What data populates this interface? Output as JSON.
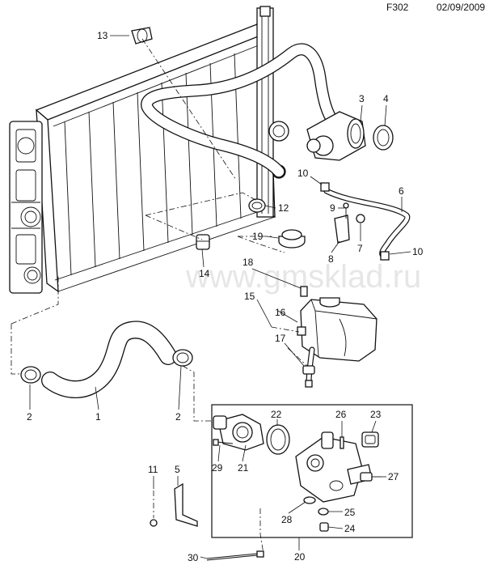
{
  "header": {
    "code": "F302",
    "date": "02/09/2009"
  },
  "watermark": "www.gmsklad.ru",
  "callouts": {
    "c1": "1",
    "c2a": "2",
    "c2b": "2",
    "c3": "3",
    "c4": "4",
    "c5": "5",
    "c6": "6",
    "c7": "7",
    "c8": "8",
    "c9": "9",
    "c10a": "10",
    "c10b": "10",
    "c11": "11",
    "c12": "12",
    "c13": "13",
    "c14": "14",
    "c15": "15",
    "c16": "16",
    "c17": "17",
    "c18": "18",
    "c19": "19",
    "c20": "20",
    "c21": "21",
    "c22": "22",
    "c23": "23",
    "c24": "24",
    "c25": "25",
    "c26": "26",
    "c27": "27",
    "c28": "28",
    "c29": "29",
    "c30": "30"
  }
}
